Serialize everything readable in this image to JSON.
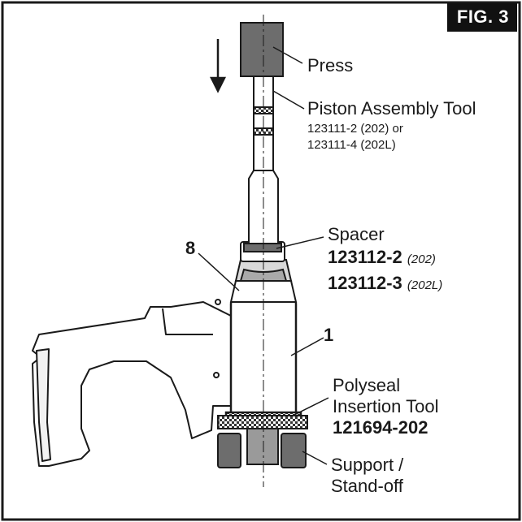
{
  "figure": {
    "label": "FIG. 3"
  },
  "callouts": {
    "press": "Press",
    "piston_tool": {
      "title": "Piston Assembly Tool",
      "line1": "123111-2  (202) or",
      "line2": "123111-4  (202L)"
    },
    "spacer": {
      "title": "Spacer",
      "part1": "123112-2",
      "note1": "(202)",
      "part2": "123112-3",
      "note2": "(202L)"
    },
    "item_8": "8",
    "item_1": "1",
    "polyseal": {
      "line1": "Polyseal",
      "line2": "Insertion Tool",
      "part": "121694-202"
    },
    "support": {
      "line1": "Support /",
      "line2": "Stand-off"
    }
  },
  "colors": {
    "ink": "#1a1a1a",
    "body_grey": "#6d6d6d",
    "background": "#ffffff"
  }
}
